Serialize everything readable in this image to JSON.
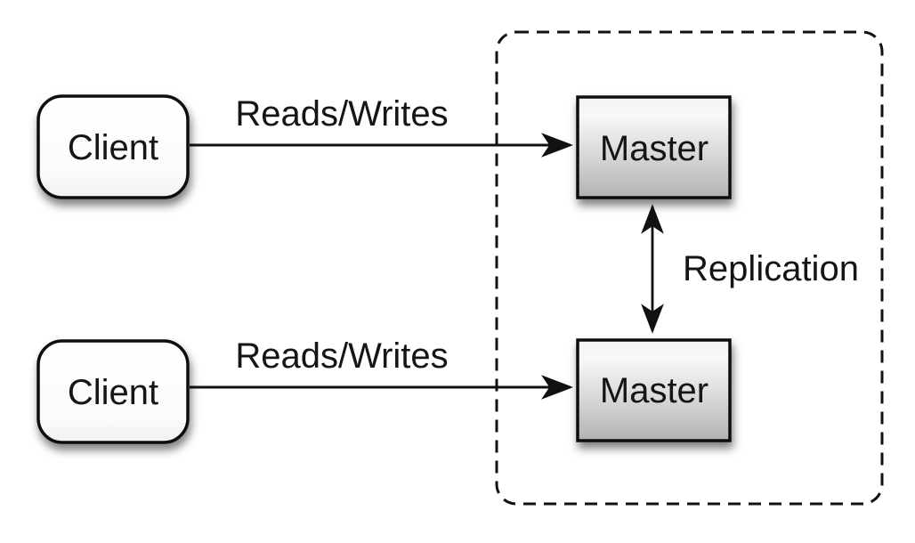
{
  "diagram": {
    "clients": [
      {
        "label": "Client"
      },
      {
        "label": "Client"
      }
    ],
    "masters": [
      {
        "label": "Master"
      },
      {
        "label": "Master"
      }
    ],
    "edges": {
      "reads_writes_top": "Reads/Writes",
      "reads_writes_bottom": "Reads/Writes",
      "replication": "Replication"
    },
    "colors": {
      "background": "#ffffff",
      "line": "#111111",
      "text": "#151515",
      "client_fill_top": "#ffffff",
      "client_fill_bottom": "#f1f1f1",
      "master_fill_top": "#f2f2f2",
      "master_fill_mid": "#f8f8f8",
      "master_fill_bottom": "#b2b2b2"
    }
  }
}
